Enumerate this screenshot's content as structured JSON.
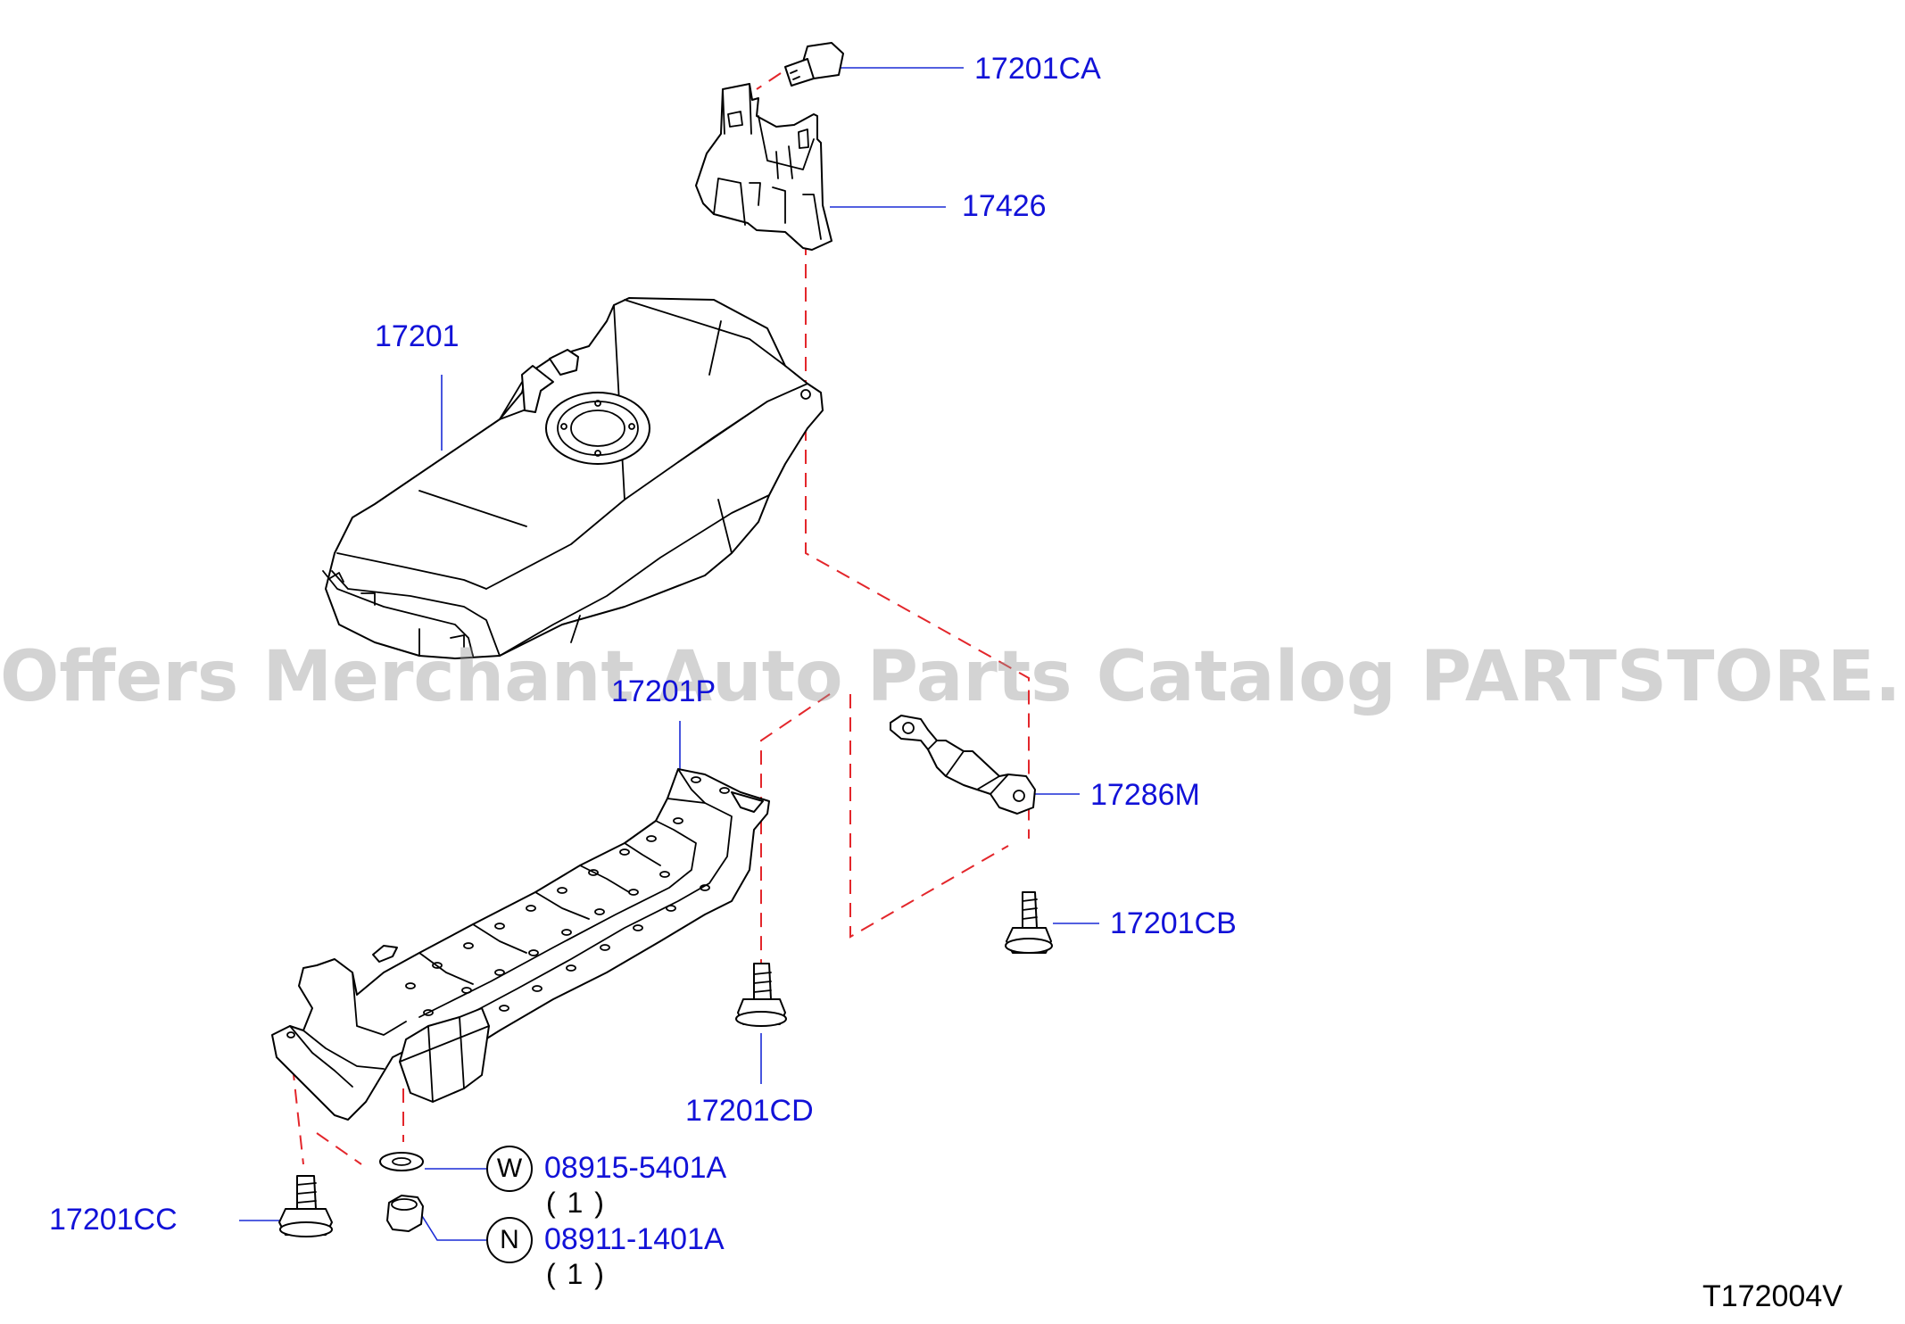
{
  "parts": {
    "p17201CA": "17201CA",
    "p17426": "17426",
    "p17201": "17201",
    "p17201P": "17201P",
    "p17286M": "17286M",
    "p17201CB": "17201CB",
    "p17201CD": "17201CD",
    "p17201CC": "17201CC"
  },
  "hardware": {
    "washer": {
      "symbol": "W",
      "part_number": "08915-5401A",
      "quantity": "( 1 )"
    },
    "nut": {
      "symbol": "N",
      "part_number": "08911-1401A",
      "quantity": "( 1 )"
    }
  },
  "diagram_code": "T172004V",
  "watermark": "Offers Merchant Auto Parts Catalog PARTSTORE.SA",
  "colors": {
    "label": "#1212d8",
    "dashed_line": "#e3262b",
    "line": "#000000",
    "watermark": "#969696"
  }
}
